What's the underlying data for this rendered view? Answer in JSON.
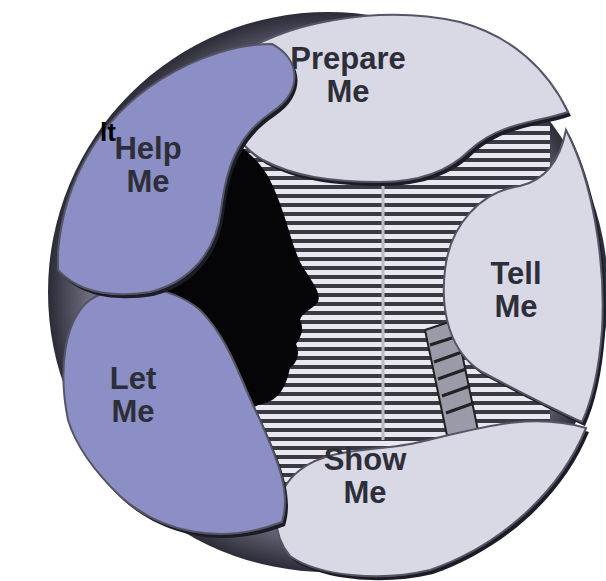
{
  "diagram": {
    "nodes": [
      {
        "text": [
          "Prepare Me"
        ]
      },
      {
        "text": [
          "Tell Me"
        ]
      },
      {
        "text": [
          "Show Me"
        ]
      },
      {
        "text": [
          "Let Me"
        ]
      },
      {
        "text": [
          "Help Me"
        ]
      }
    ],
    "labels": [
      "lt"
    ]
  }
}
